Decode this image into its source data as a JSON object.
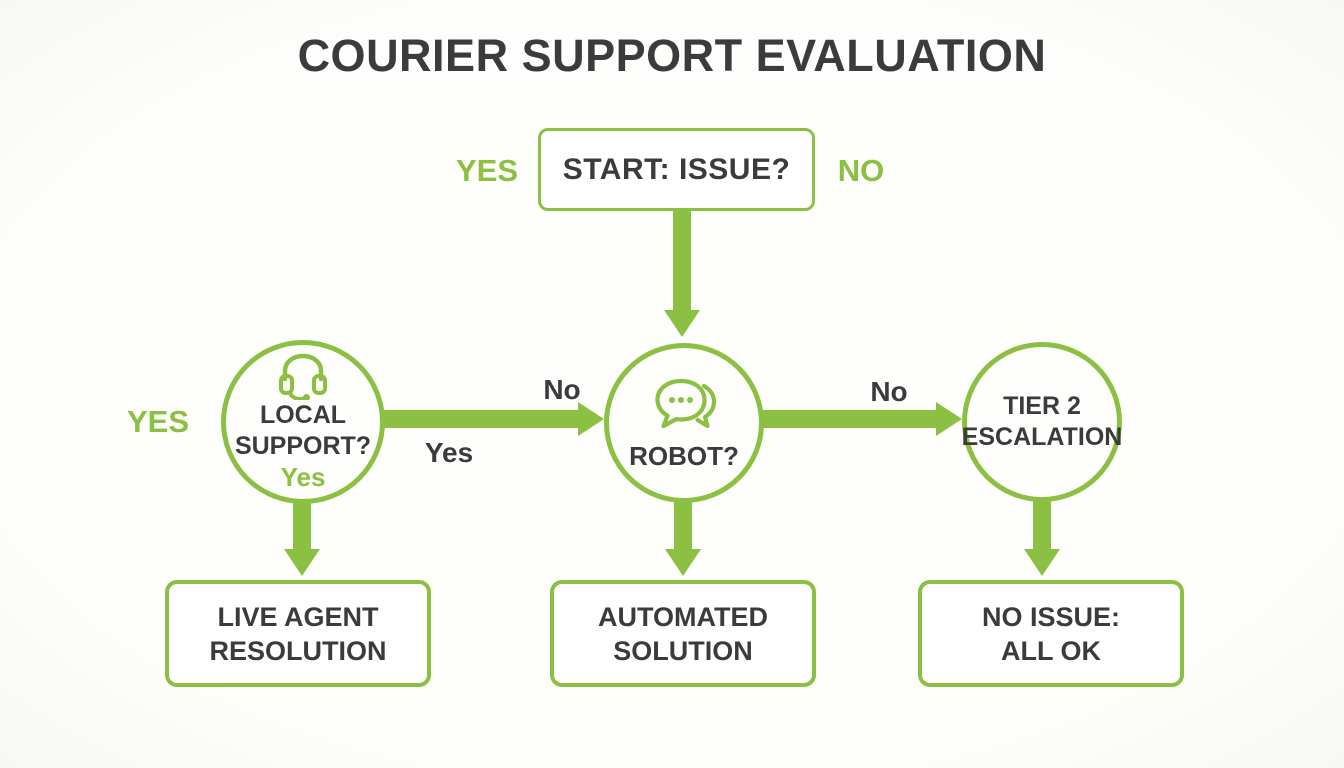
{
  "title": "COURIER SUPPORT EVALUATION",
  "colors": {
    "green": "#8bc043",
    "dark_text": "#3b3b3b",
    "background": "#fdfdfc"
  },
  "start_node": {
    "label": "START: ISSUE?",
    "yes_label": "YES",
    "no_label": "NO"
  },
  "decision_nodes": {
    "local_support": {
      "icon": "headset-icon",
      "lines": [
        "LOCAL",
        "SUPPORT?"
      ],
      "inner_answer": "Yes",
      "outer_label": "YES"
    },
    "robot": {
      "icon": "chat-bubbles-icon",
      "label": "ROBOT?"
    },
    "tier2": {
      "lines": [
        "TIER 2",
        "ESCALATION"
      ]
    }
  },
  "edge_labels": {
    "local_to_robot_top": "No",
    "local_to_robot_bottom": "Yes",
    "robot_to_tier2_top": "No"
  },
  "outcome_nodes": {
    "live_agent": {
      "lines": [
        "LIVE AGENT",
        "RESOLUTION"
      ]
    },
    "automated": {
      "lines": [
        "AUTOMATED",
        "SOLUTION"
      ]
    },
    "no_issue": {
      "lines": [
        "NO ISSUE:",
        "ALL OK"
      ]
    }
  }
}
